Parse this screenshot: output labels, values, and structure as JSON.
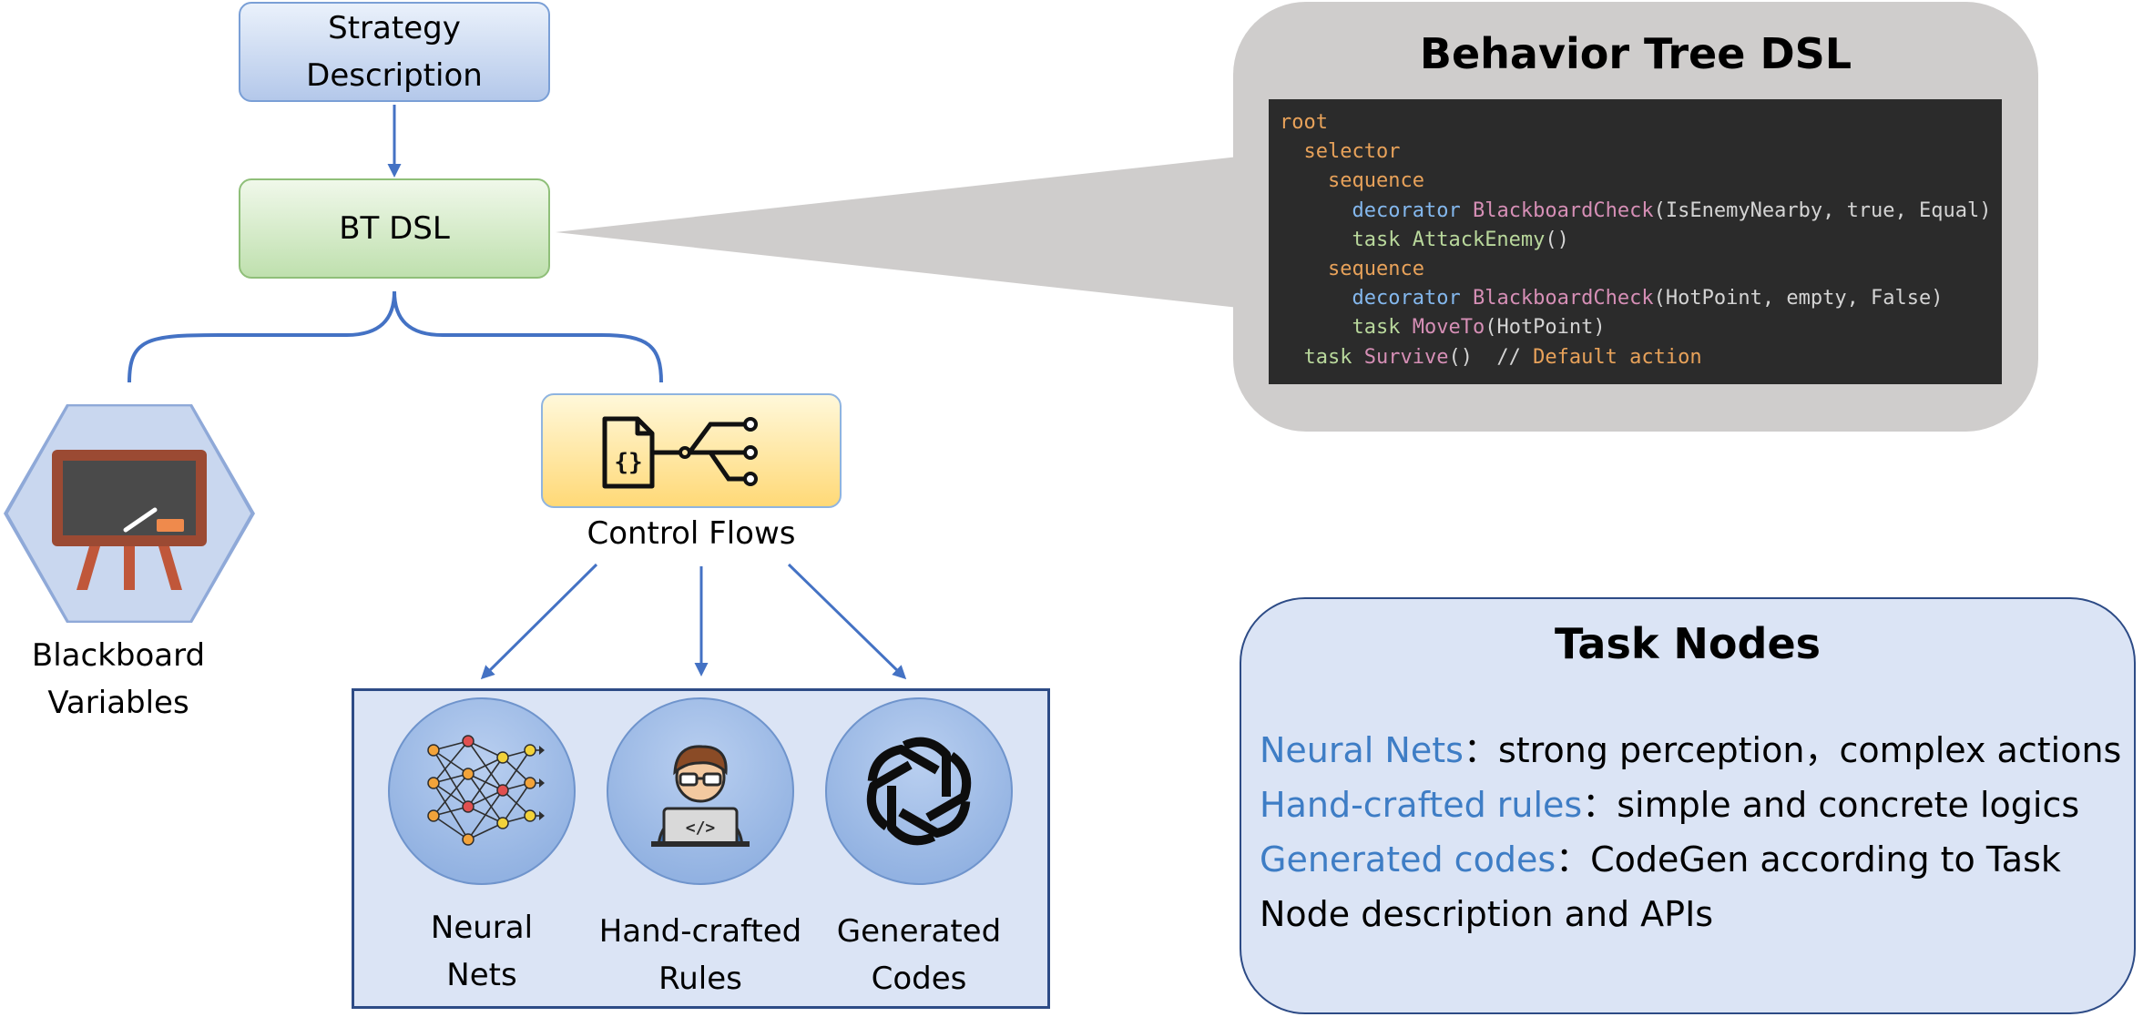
{
  "nodes": {
    "strategy": "Strategy\nDescription",
    "bt_dsl": "BT DSL",
    "blackboard": "Blackboard\nVariables",
    "control_flows": "Control Flows",
    "neural_nets": "Neural\nNets",
    "hand_crafted": "Hand-crafted\nRules",
    "generated_codes": "Generated\nCodes"
  },
  "icons": {
    "blackboard": "blackboard-easel-icon",
    "control_flows": "code-file-flow-icon",
    "neural_nets": "neural-network-icon",
    "hand_crafted": "programmer-laptop-icon",
    "generated_codes": "openai-knot-icon"
  },
  "bt_panel": {
    "title": "Behavior Tree DSL",
    "code": [
      [
        {
          "t": "root",
          "c": "orange"
        }
      ],
      [
        {
          "t": "  "
        },
        {
          "t": "selector",
          "c": "orange"
        }
      ],
      [
        {
          "t": "    "
        },
        {
          "t": "sequence",
          "c": "orange"
        }
      ],
      [
        {
          "t": "      "
        },
        {
          "t": "decorator",
          "c": "blue"
        },
        {
          "t": " "
        },
        {
          "t": "BlackboardCheck",
          "c": "pink"
        },
        {
          "t": "(IsEnemyNearby, true, Equal)",
          "c": "white"
        }
      ],
      [
        {
          "t": "      "
        },
        {
          "t": "task",
          "c": "green"
        },
        {
          "t": " "
        },
        {
          "t": "AttackEnemy",
          "c": "green"
        },
        {
          "t": "()",
          "c": "white"
        }
      ],
      [
        {
          "t": "    "
        },
        {
          "t": "sequence",
          "c": "orange"
        }
      ],
      [
        {
          "t": "      "
        },
        {
          "t": "decorator",
          "c": "blue"
        },
        {
          "t": " "
        },
        {
          "t": "BlackboardCheck",
          "c": "pink"
        },
        {
          "t": "(HotPoint, empty, False)",
          "c": "white"
        }
      ],
      [
        {
          "t": "      "
        },
        {
          "t": "task",
          "c": "green"
        },
        {
          "t": " "
        },
        {
          "t": "MoveTo",
          "c": "pink"
        },
        {
          "t": "(HotPoint)",
          "c": "white"
        }
      ],
      [
        {
          "t": "  "
        },
        {
          "t": "task",
          "c": "green"
        },
        {
          "t": " "
        },
        {
          "t": "Survive",
          "c": "pink"
        },
        {
          "t": "()  // ",
          "c": "white"
        },
        {
          "t": "Default action",
          "c": "orange"
        }
      ]
    ]
  },
  "task_panel": {
    "title": "Task Nodes",
    "lines": [
      {
        "key": "Neural Nets",
        "sep": "：",
        "text": "strong perception，complex actions"
      },
      {
        "key": "Hand-crafted rules",
        "sep": "：",
        "text": "simple and concrete logics"
      },
      {
        "key": "Generated codes",
        "sep": "：",
        "text": "CodeGen according to Task"
      },
      {
        "key": "",
        "sep": "",
        "text": "Node description and APIs"
      }
    ]
  },
  "colors": {
    "arrow": "#4472c4",
    "accent_text": "#3e7dc5",
    "code_bg": "#2b2b2b",
    "panel_gray": "#cfcdcc",
    "panel_blue": "#dbe4f5"
  }
}
